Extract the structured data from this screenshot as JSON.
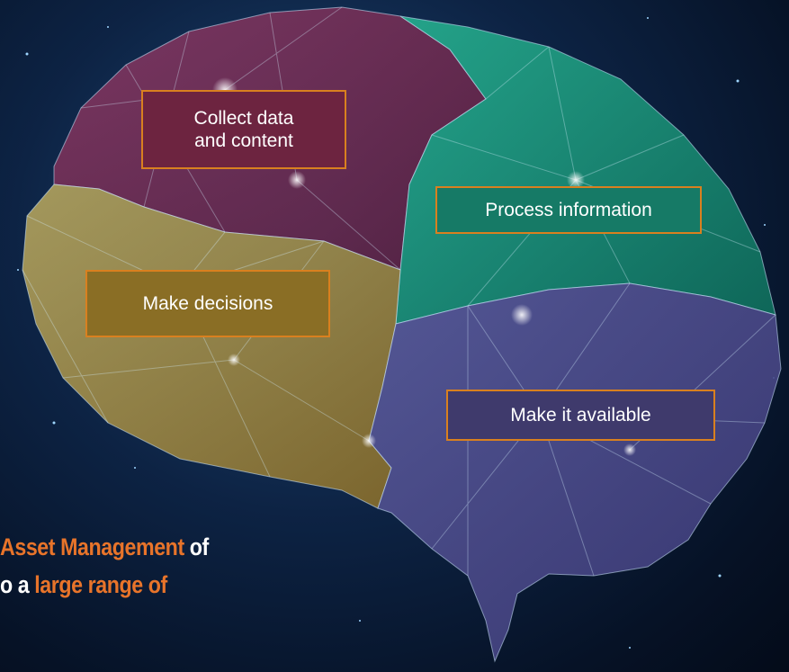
{
  "diagram": {
    "regions": [
      {
        "id": "collect",
        "lines": [
          "Collect data",
          "and content"
        ],
        "color": "#7a2a4e"
      },
      {
        "id": "process",
        "lines": [
          "Process information"
        ],
        "color": "#1a9a80"
      },
      {
        "id": "decisions",
        "lines": [
          "Make decisions"
        ],
        "color": "#a08a3a"
      },
      {
        "id": "available",
        "lines": [
          "Make it available"
        ],
        "color": "#4c4a8a"
      }
    ],
    "box_border_color": "#d9801f"
  },
  "caption": {
    "line1": {
      "hl": "Asset Management",
      "rest": " of"
    },
    "line2": {
      "pre": "o a ",
      "hl": "large range of"
    },
    "highlight_color": "#e8742a"
  }
}
